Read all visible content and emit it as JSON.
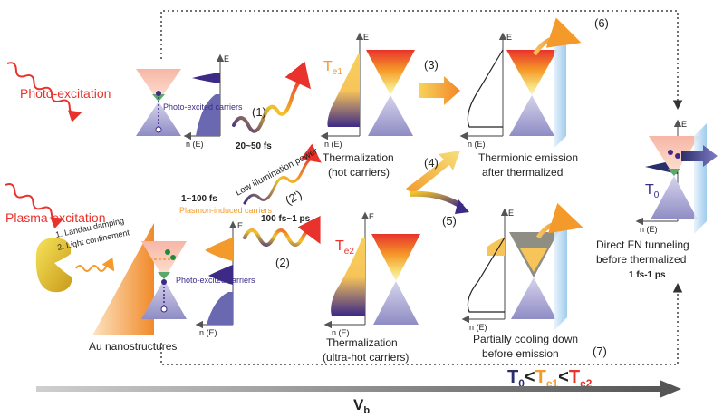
{
  "labels": {
    "photo_excitation": "Photo-excitation",
    "plasma_excitation": "Plasma-excitation",
    "photo_excited_carriers": "Photo-excited carriers",
    "plasmon_induced_carriers": "Plasmon-induced carriers",
    "landau_damping": "1. Landau damping",
    "light_confinement": "2. Light confinement",
    "au_nanostructures": "Au nanostructures",
    "axis_e": "E",
    "axis_n": "n (E)",
    "time_1_100fs": "1~100 fs",
    "time_20_50fs": "20~50 fs",
    "time_100fs_1ps": "100 fs~1 ps",
    "time_1fs_1ps": "1 fs-1 ps",
    "low_illumination": "Low illumination power",
    "therm_hot_line1": "Thermalization",
    "therm_hot_line2": "(hot carriers)",
    "therm_ultra_line1": "Thermalization",
    "therm_ultra_line2": "(ultra-hot carriers)",
    "thermionic_line1": "Thermionic emission",
    "thermionic_line2": "after thermalized",
    "partial_line1": "Partially cooling down",
    "partial_line2": "before emission",
    "direct_fn_line1": "Direct FN tunneling",
    "direct_fn_line2": "before thermalized",
    "te1_main": "T",
    "te1_sub": "e1",
    "te2_main": "T",
    "te2_sub": "e2",
    "t0_main": "T",
    "t0_sub": "0",
    "step_1": "(1)",
    "step_2": "(2)",
    "step_2p": "(2')",
    "step_3": "(3)",
    "step_4": "(4)",
    "step_5": "(5)",
    "step_6": "(6)",
    "step_7": "(7)",
    "ineq_t": "T",
    "ineq_0": "0",
    "ineq_lt": "<",
    "ineq_e1": "e1",
    "ineq_e2": "e2",
    "vb_main": "V",
    "vb_sub": "b"
  },
  "colors": {
    "red": "#e8322b",
    "orange": "#f39a2a",
    "navy": "#2a2f6b",
    "purple": "#3d2a86",
    "lavender": "#b8b6dc",
    "peach": "#f7cba6",
    "gray": "#6c6c6c",
    "gold": "#d9a51e"
  }
}
